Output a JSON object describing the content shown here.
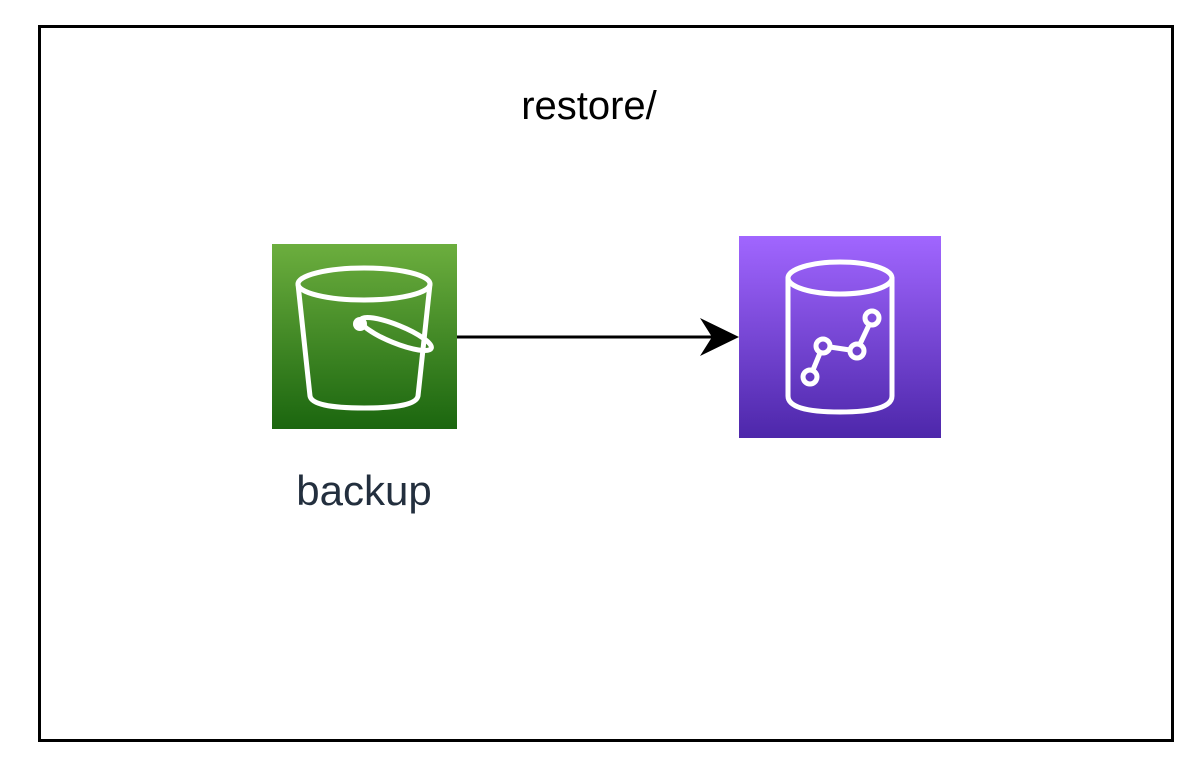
{
  "diagram": {
    "title": "restore/",
    "nodes": [
      {
        "id": "s3",
        "icon": "s3-bucket-icon",
        "label": "backup",
        "color": "#3f8624"
      },
      {
        "id": "redshift",
        "icon": "redshift-icon",
        "label": "",
        "color": "#8c4fff"
      }
    ],
    "edges": [
      {
        "from": "s3",
        "to": "redshift",
        "color": "#000000"
      }
    ]
  }
}
